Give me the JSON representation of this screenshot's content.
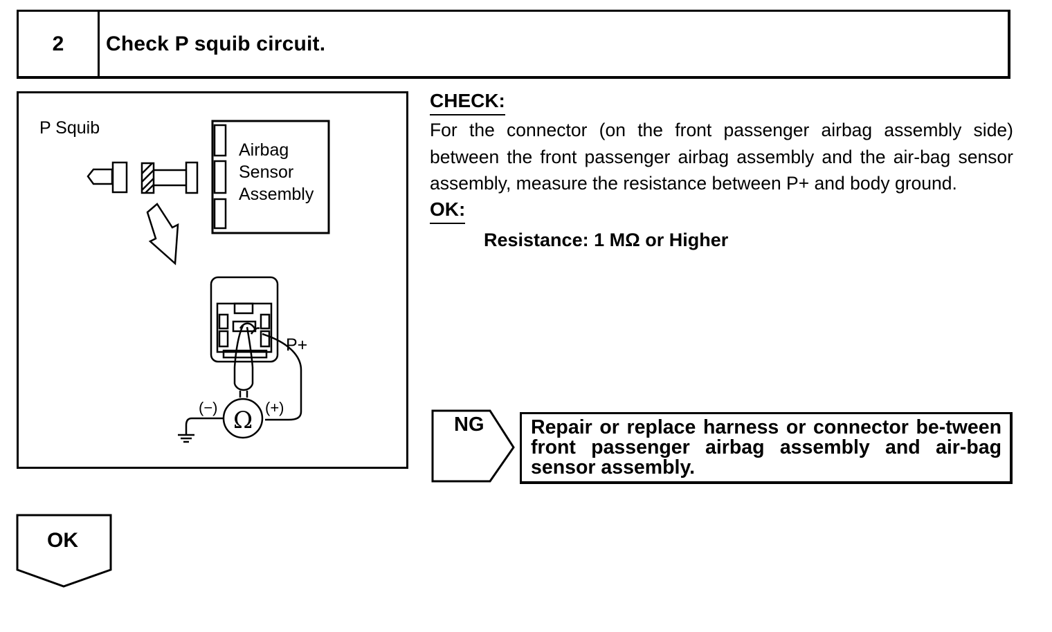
{
  "step": {
    "number": "2",
    "title": "Check P squib circuit."
  },
  "figure": {
    "p_squib_label": "P Squib",
    "sensor_label_line1": "Airbag",
    "sensor_label_line2": "Sensor",
    "sensor_label_line3": "Assembly",
    "terminal_label": "P+",
    "minus_label": "(−)",
    "plus_label": "(+)",
    "ohm_symbol": "Ω",
    "icons": [
      "connector-icon",
      "arrow-down-icon",
      "ohmmeter-icon",
      "ground-icon"
    ]
  },
  "check": {
    "label": "CHECK:",
    "text": "For the connector (on the front passenger airbag assembly side) between the front passenger airbag assembly and the air-bag sensor assembly, measure the resistance between P+ and body ground."
  },
  "ok": {
    "label": "OK:",
    "spec": "Resistance: 1 MΩ or Higher"
  },
  "ng": {
    "label": "NG",
    "action": "Repair or replace harness or connector be-tween front passenger airbag assembly and air-bag sensor assembly."
  },
  "next": {
    "label": "OK"
  }
}
